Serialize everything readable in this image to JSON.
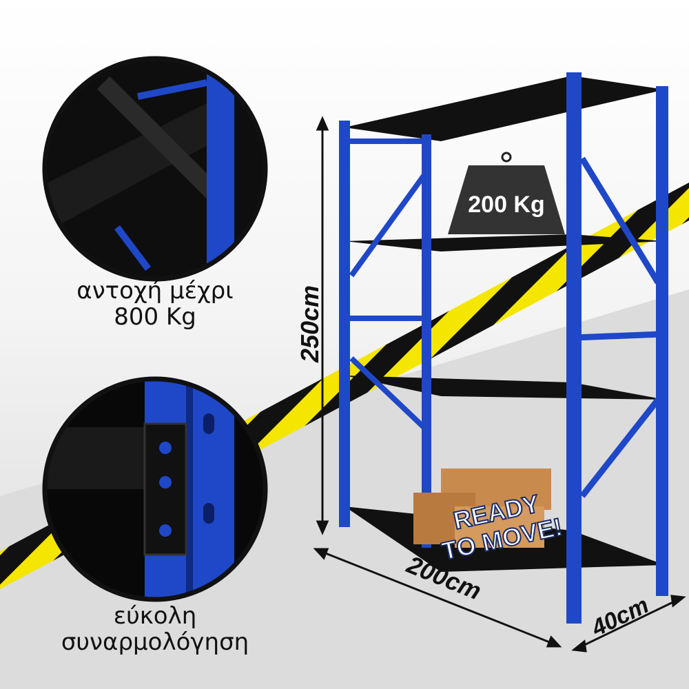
{
  "features": [
    {
      "line1": "αντοχή μέχρι",
      "line2": "800 Kg"
    },
    {
      "line1": "εύκολη",
      "line2": "συναρμολόγηση"
    }
  ],
  "weight_label": "200 Kg",
  "badge": {
    "line1": "READY",
    "line2": "TO MOVE!"
  },
  "dimensions": {
    "height": "250cm",
    "width": "200cm",
    "depth": "40cm"
  },
  "colors": {
    "frame": "#1f48c8",
    "shelf": "#0d0d0d",
    "tape_yellow": "#f5e600",
    "tape_black": "#111111",
    "box": "#c98a4e"
  }
}
